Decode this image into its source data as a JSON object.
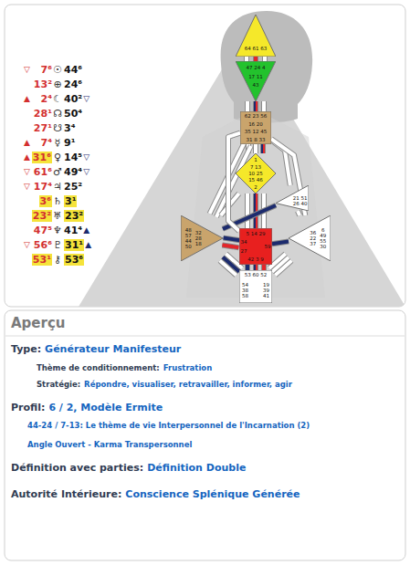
{
  "diagram": {
    "title": "Aperçu",
    "nodes": [
      {
        "text": [
          "64 61 63"
        ]
      },
      {
        "text": [
          "47 24 4",
          "17 11",
          "43"
        ]
      },
      {
        "text": [
          "62 23 56",
          "16 20",
          "35 12 45",
          "31 8 33"
        ]
      },
      {
        "text": [
          "1",
          "7 13",
          "10 25",
          "15 46",
          "2"
        ]
      },
      {
        "text": [
          "21 51 26 40"
        ]
      },
      {
        "text": [
          "48 57 44 50",
          "32 28 18"
        ]
      },
      {
        "text": [
          "5 14 29",
          "34",
          "27",
          "59",
          "42 3 9"
        ]
      },
      {
        "text": [
          "36 22 37",
          "6 49 55 30"
        ]
      },
      {
        "text": [
          "53 60 52",
          "54 38 58",
          "19 39 41"
        ]
      }
    ],
    "edges": [
      {
        "from": 0,
        "to": 1,
        "arrow": "none"
      },
      {
        "from": 1,
        "to": 2,
        "arrow": "none"
      },
      {
        "from": 2,
        "to": 3,
        "arrow": "none"
      },
      {
        "from": 3,
        "to": 6,
        "arrow": "none"
      },
      {
        "from": 2,
        "to": 5,
        "arrow": "none"
      },
      {
        "from": 2,
        "to": 4,
        "arrow": "none"
      },
      {
        "from": 2,
        "to": 7,
        "arrow": "none"
      },
      {
        "from": 3,
        "to": 4,
        "arrow": "none"
      },
      {
        "from": 3,
        "to": 5,
        "arrow": "none"
      },
      {
        "from": 4,
        "to": 5,
        "arrow": "none"
      },
      {
        "from": 4,
        "to": 7,
        "arrow": "none"
      },
      {
        "from": 5,
        "to": 6,
        "arrow": "none"
      },
      {
        "from": 7,
        "to": 6,
        "arrow": "none"
      },
      {
        "from": 5,
        "to": 8,
        "arrow": "none"
      },
      {
        "from": 7,
        "to": 8,
        "arrow": "none"
      },
      {
        "from": 6,
        "to": 8,
        "arrow": "none"
      },
      {
        "from": 2,
        "to": 6,
        "arrow": "none"
      }
    ],
    "labels": [
      "▽",
      "7⁶",
      "☉",
      "44⁶",
      "13²",
      "⊕",
      "24⁶",
      "▲",
      "2⁴",
      "☾",
      "40²",
      "▽",
      "28¹",
      "☊",
      "50⁴",
      "27¹",
      "☋",
      "3⁴",
      "▲",
      "7⁴",
      "☿",
      "9¹",
      "▲",
      "31⁶",
      "♀",
      "14⁵",
      "▽",
      "▽",
      "61⁶",
      "♂",
      "49⁴",
      "▽",
      "▽",
      "17⁴",
      "♃",
      "25²",
      "3⁶",
      "♄",
      "3¹",
      "23²",
      "♅",
      "23²",
      "47⁵",
      "♆",
      "41⁴",
      "▲",
      "▽",
      "56⁶",
      "♇",
      "31¹",
      "▲",
      "53¹",
      "⚷",
      "53⁶",
      "Type:",
      "Générateur Manifesteur",
      "Thème de conditionnement:",
      "Frustration",
      "Stratégie:",
      "Répondre, visualiser, retravailler, informer, agir",
      "Profil:",
      "6 / 2, Modèle Ermite",
      "44-24 / 7-13: Le thème de vie Interpersonnel de l'Incarnation (2)",
      "Angle Ouvert - Karma Transpersonnel",
      "Définition avec parties:",
      "Définition Double",
      "Autorité Intérieure:",
      "Conscience Splénique Générée"
    ]
  }
}
